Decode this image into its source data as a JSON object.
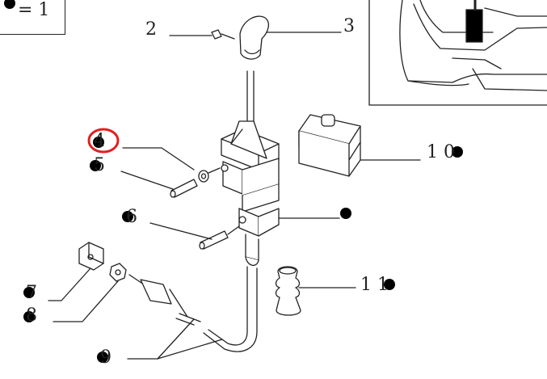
{
  "legend": {
    "text": "= 1"
  },
  "callouts": {
    "c2": "2",
    "c3": "3",
    "c4": "4",
    "c5": "5",
    "c6": "6",
    "c7": "7",
    "c8": "8",
    "c9": "9",
    "c10": "1 0",
    "c11": "1 1"
  },
  "colors": {
    "line": "#222222",
    "highlight": "#e02020",
    "bullet": "#000000"
  }
}
